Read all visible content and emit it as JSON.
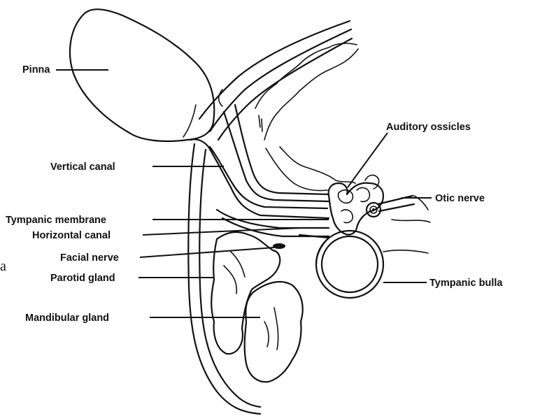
{
  "labels": {
    "pinna": "Pinna",
    "vertical_canal": "Vertical canal",
    "tympanic_membrane": "Tympanic membrane",
    "horizontal_canal": "Horizontal canal",
    "facial_nerve": "Facial nerve",
    "parotid_gland": "Parotid gland",
    "mandibular_gland": "Mandibular gland",
    "auditory_ossicles": "Auditory ossicles",
    "otic_nerve": "Otic nerve",
    "tympanic_bulla": "Tympanic bulla"
  },
  "stray_text": "a"
}
